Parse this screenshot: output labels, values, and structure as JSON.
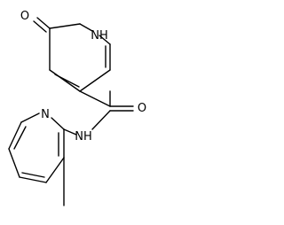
{
  "molecule": {
    "atoms": {
      "oxo_oxygen": "O",
      "ring_nh": "NH",
      "amide_oxygen": "O",
      "amide_nh": "NH",
      "pyridine_n": "N"
    },
    "colors": {
      "bond": "#000000",
      "text": "#000000",
      "background": "#ffffff"
    }
  }
}
